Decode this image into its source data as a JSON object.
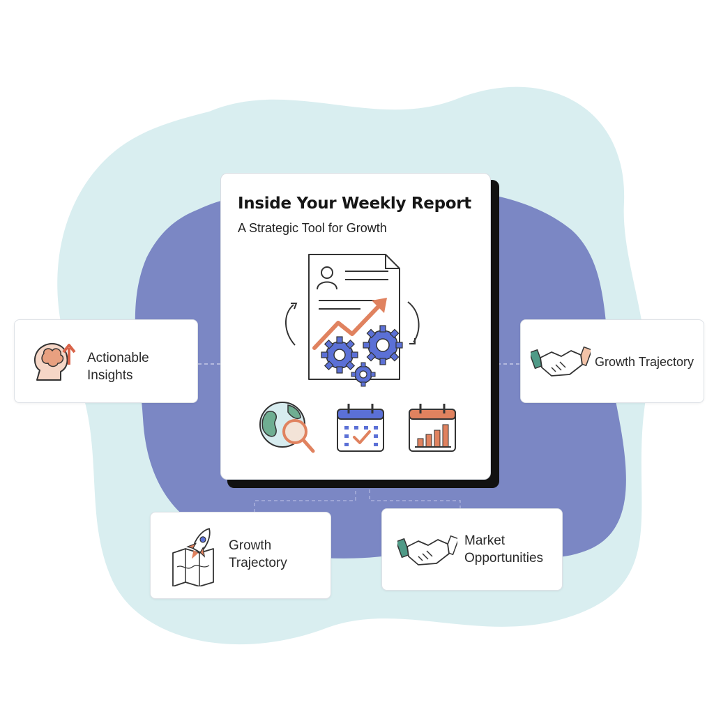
{
  "report": {
    "title": "Inside Your Weekly Report",
    "subtitle": "A Strategic Tool for Growth",
    "icons": [
      "globe-search-icon",
      "calendar-check-icon",
      "calendar-chart-icon"
    ]
  },
  "feature_cards": {
    "left": {
      "line1": "Actionable",
      "line2": "Insights",
      "icon": "brain-arrow-icon"
    },
    "right": {
      "label": "Growth Trajectory",
      "icon": "handshake-icon"
    },
    "bottom_left": {
      "line1": "Growth",
      "line2": "Trajectory",
      "icon": "rocket-map-icon"
    },
    "bottom_right": {
      "line1": "Market",
      "line2": "Opportunities",
      "icon": "handshake-icon"
    }
  },
  "colors": {
    "outer_blob": "#d9eef0",
    "inner_blob": "#7b87c4",
    "accent_orange": "#e0825f",
    "accent_blue": "#5b70d6",
    "accent_green": "#4f9a87"
  }
}
